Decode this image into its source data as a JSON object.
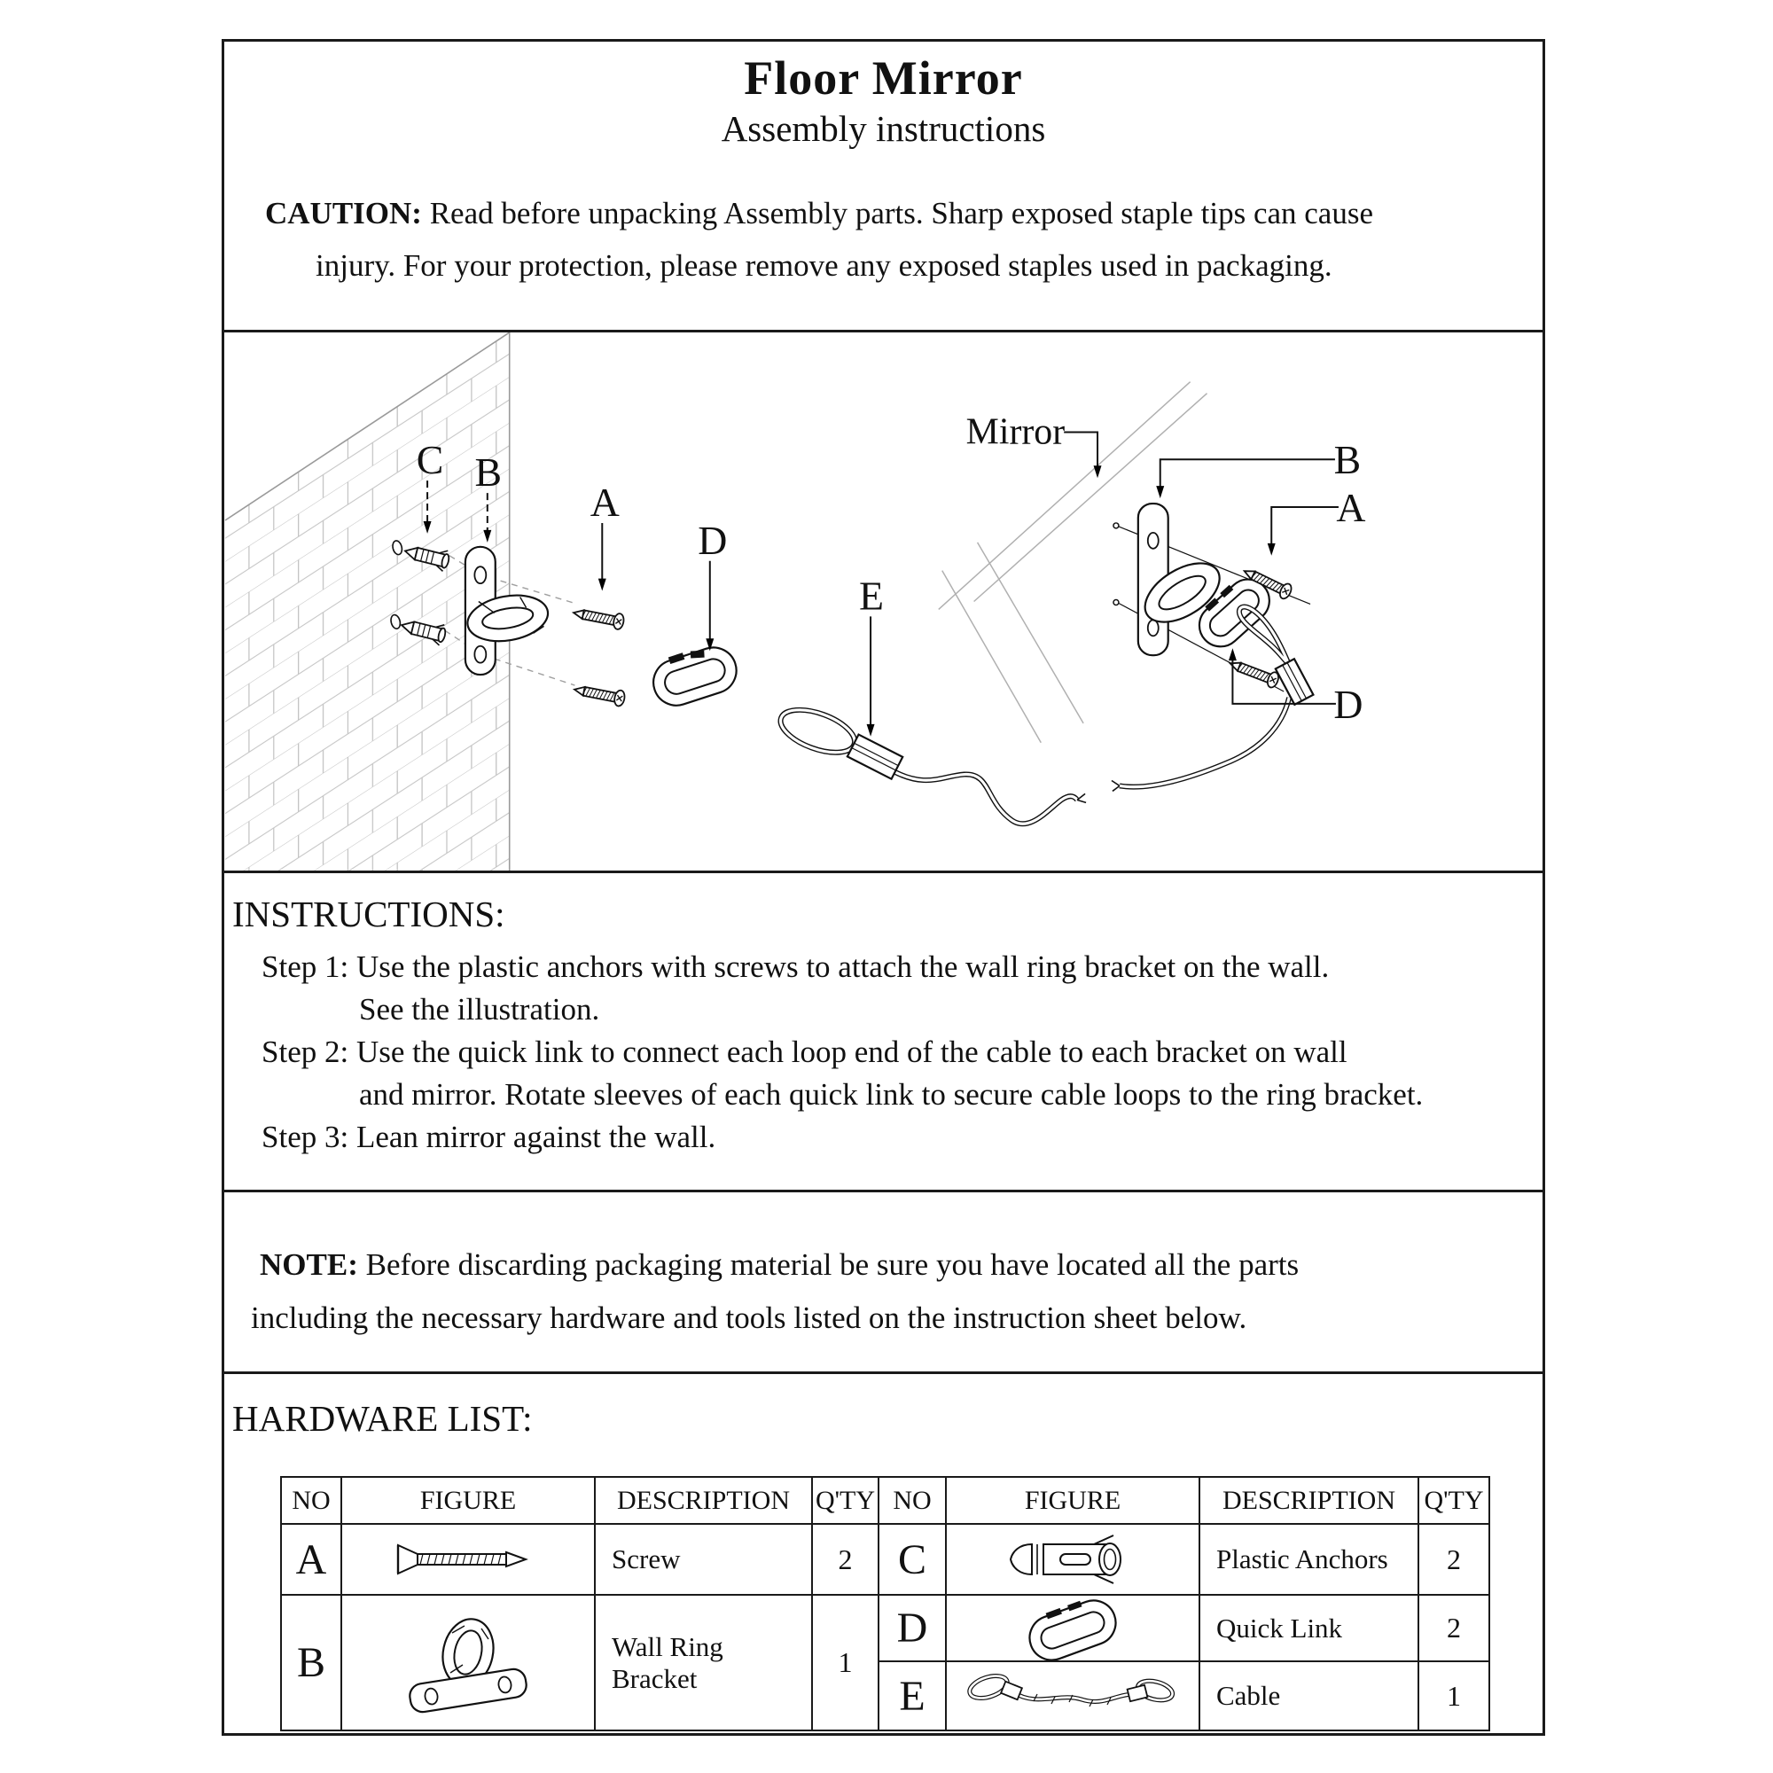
{
  "page": {
    "title": "Floor Mirror",
    "subtitle": "Assembly instructions"
  },
  "caution": {
    "label": "CAUTION:",
    "line1": "Read before unpacking Assembly parts. Sharp exposed staple tips can cause",
    "line2": "injury. For your protection, please remove any exposed staples used in packaging."
  },
  "diagram": {
    "labels": {
      "c": "C",
      "b": "B",
      "a": "A",
      "d": "D",
      "e": "E",
      "mirror": "Mirror",
      "b2": "B",
      "a2": "A",
      "d2": "D"
    }
  },
  "instructions": {
    "heading": "INSTRUCTIONS:",
    "steps": [
      {
        "label": "Step 1:",
        "text": "Use the plastic anchors with screws to attach the wall ring bracket on the wall."
      },
      {
        "label": "",
        "text": "See the illustration."
      },
      {
        "label": "Step 2:",
        "text": "Use the quick link to connect each loop end of the cable to each bracket on wall"
      },
      {
        "label": "",
        "text": "and mirror. Rotate sleeves of each quick link to secure cable loops to the ring bracket."
      },
      {
        "label": "Step 3:",
        "text": "Lean mirror against the wall."
      }
    ]
  },
  "note": {
    "label": "NOTE:",
    "line1": "Before discarding packaging material be sure you have located all the parts",
    "line2": "including the necessary hardware and tools listed on the instruction sheet below."
  },
  "hardware": {
    "heading": "HARDWARE LIST:",
    "headers": {
      "no": "NO",
      "figure": "FIGURE",
      "description": "DESCRIPTION",
      "qty": "Q'TY"
    },
    "left_rows": [
      {
        "no": "A",
        "description": "Screw",
        "qty": "2"
      },
      {
        "no": "B",
        "description": "Wall Ring Bracket",
        "qty": "1"
      }
    ],
    "right_rows": [
      {
        "no": "C",
        "description": "Plastic Anchors",
        "qty": "2"
      },
      {
        "no": "D",
        "description": "Quick Link",
        "qty": "2"
      },
      {
        "no": "E",
        "description": "Cable",
        "qty": "1"
      }
    ]
  },
  "colors": {
    "line": "#1a1a1a",
    "brick": "#c4c4c4",
    "mirror_edge": "#b0b0b0",
    "row_divider_gray": "#9a9a9a"
  }
}
